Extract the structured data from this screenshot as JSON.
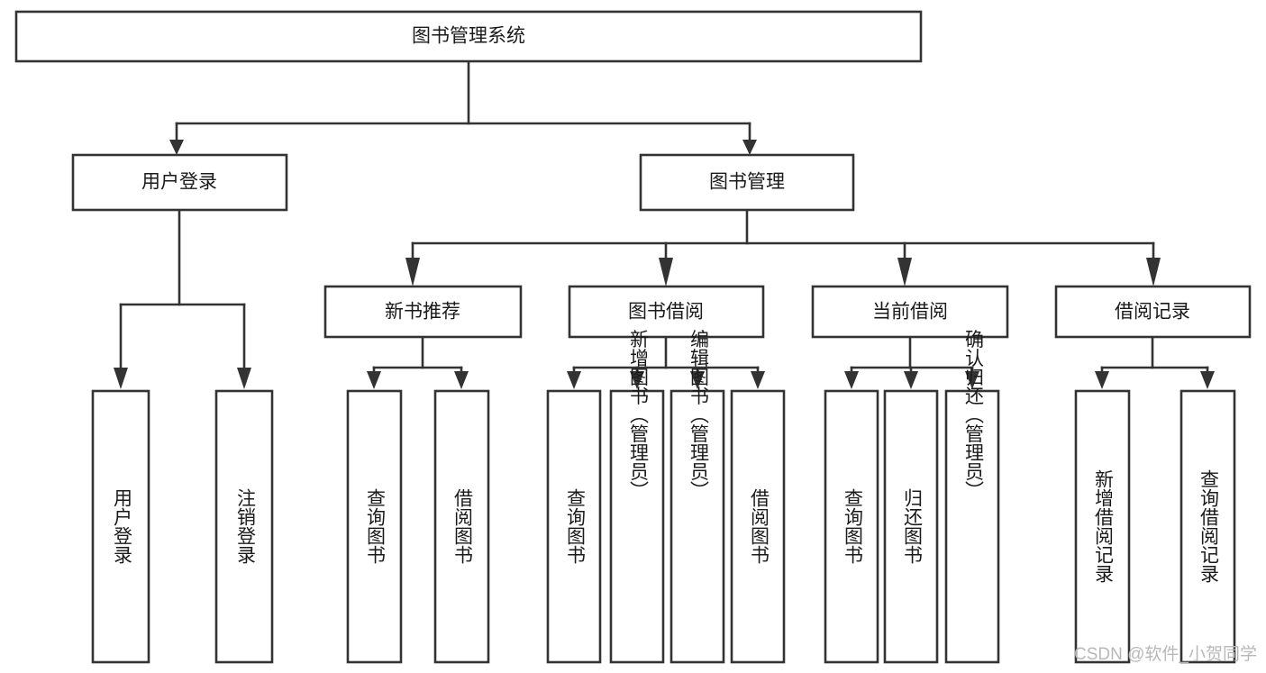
{
  "diagram": {
    "type": "tree",
    "title": "图书管理系统",
    "watermark": "CSDN @软件_小贺同学",
    "colors": {
      "stroke": "#333333",
      "box_fill": "#ffffff",
      "text": "#1a1a1a",
      "watermark": "#b8b8b8",
      "background": "#ffffff"
    },
    "levels": {
      "root": "图书管理系统",
      "level2": [
        "用户登录",
        "图书管理"
      ],
      "level3": [
        "新书推荐",
        "图书借阅",
        "当前借阅",
        "借阅记录"
      ],
      "level4": [
        "用户登录",
        "注销登录",
        "查询图书",
        "借阅图书",
        "查询图书",
        "新增图书（管理员）",
        "编辑图书（管理员）",
        "借阅图书",
        "查询图书",
        "归还图书",
        "确认归还（管理员）",
        "新增借阅记录",
        "查询借阅记录"
      ]
    },
    "nodes": {
      "root": {
        "label": "图书管理系统"
      },
      "user_login": {
        "label": "用户登录"
      },
      "book_manage": {
        "label": "图书管理"
      },
      "new_book_rec": {
        "label": "新书推荐"
      },
      "book_borrow": {
        "label": "图书借阅"
      },
      "current_borrow": {
        "label": "当前借阅"
      },
      "borrow_record": {
        "label": "借阅记录"
      },
      "leaf_user_login": {
        "label": "用户登录"
      },
      "leaf_logout": {
        "label": "注销登录"
      },
      "leaf_query_book_1": {
        "label": "查询图书"
      },
      "leaf_borrow_book_1": {
        "label": "借阅图书"
      },
      "leaf_query_book_2": {
        "label": "查询图书"
      },
      "leaf_add_book": {
        "label": "新增图书（管理员）"
      },
      "leaf_edit_book": {
        "label": "编辑图书（管理员）"
      },
      "leaf_borrow_book_2": {
        "label": "借阅图书"
      },
      "leaf_query_book_3": {
        "label": "查询图书"
      },
      "leaf_return_book": {
        "label": "归还图书"
      },
      "leaf_confirm_return": {
        "label": "确认归还（管理员）"
      },
      "leaf_add_record": {
        "label": "新增借阅记录"
      },
      "leaf_query_record": {
        "label": "查询借阅记录"
      }
    },
    "edges": [
      {
        "from": "root",
        "to": "user_login"
      },
      {
        "from": "root",
        "to": "book_manage"
      },
      {
        "from": "user_login",
        "to": "leaf_user_login"
      },
      {
        "from": "user_login",
        "to": "leaf_logout"
      },
      {
        "from": "book_manage",
        "to": "new_book_rec"
      },
      {
        "from": "book_manage",
        "to": "book_borrow"
      },
      {
        "from": "book_manage",
        "to": "current_borrow"
      },
      {
        "from": "book_manage",
        "to": "borrow_record"
      },
      {
        "from": "new_book_rec",
        "to": "leaf_query_book_1"
      },
      {
        "from": "new_book_rec",
        "to": "leaf_borrow_book_1"
      },
      {
        "from": "book_borrow",
        "to": "leaf_query_book_2"
      },
      {
        "from": "book_borrow",
        "to": "leaf_add_book"
      },
      {
        "from": "book_borrow",
        "to": "leaf_edit_book"
      },
      {
        "from": "book_borrow",
        "to": "leaf_borrow_book_2"
      },
      {
        "from": "current_borrow",
        "to": "leaf_query_book_3"
      },
      {
        "from": "current_borrow",
        "to": "leaf_return_book"
      },
      {
        "from": "current_borrow",
        "to": "leaf_confirm_return"
      },
      {
        "from": "borrow_record",
        "to": "leaf_add_record"
      },
      {
        "from": "borrow_record",
        "to": "leaf_query_record"
      }
    ]
  }
}
